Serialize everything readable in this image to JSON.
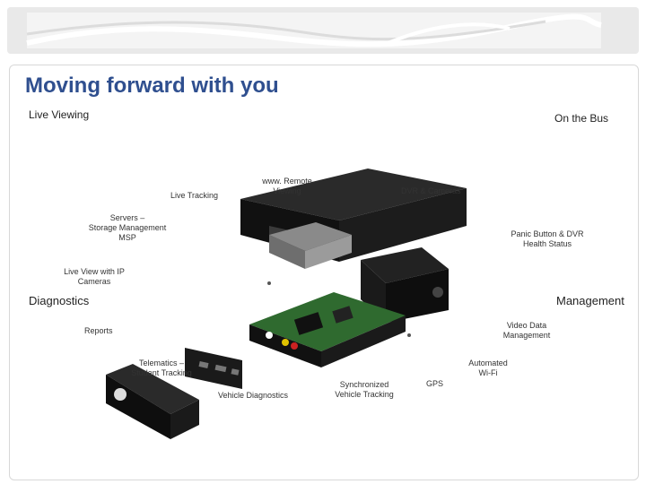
{
  "title": "Moving forward with you",
  "section_labels": {
    "live_viewing": "Live Viewing",
    "on_the_bus": "On the Bus",
    "diagnostics": "Diagnostics",
    "management": "Management"
  },
  "callouts": {
    "live_tracking": "Live Tracking",
    "www_remote": "www. Remote",
    "viewing": "Viewing",
    "dvr_cameras": "DVR & Cameras",
    "servers_1": "Servers –",
    "servers_2": "Storage Management",
    "servers_3": "MSP",
    "panic_1": "Panic Button & DVR",
    "panic_2": "Health Status",
    "liveview_1": "Live View with IP",
    "liveview_2": "Cameras",
    "reports": "Reports",
    "video_1": "Video Data",
    "video_2": "Management",
    "telematics_1": "Telematics –",
    "telematics_2": "Student Tracking",
    "vehicle_diag": "Vehicle Diagnostics",
    "sync_1": "Synchronized",
    "sync_2": "Vehicle Tracking",
    "gps": "GPS",
    "wifi_1": "Automated",
    "wifi_2": "Wi-Fi"
  },
  "colors": {
    "title": "#2f4f8f",
    "banner": "#e9e9e9",
    "accent_swoosh": "#ffffff",
    "device_body": "#1a1a1a",
    "circuit_board": "#2f6a2f"
  }
}
